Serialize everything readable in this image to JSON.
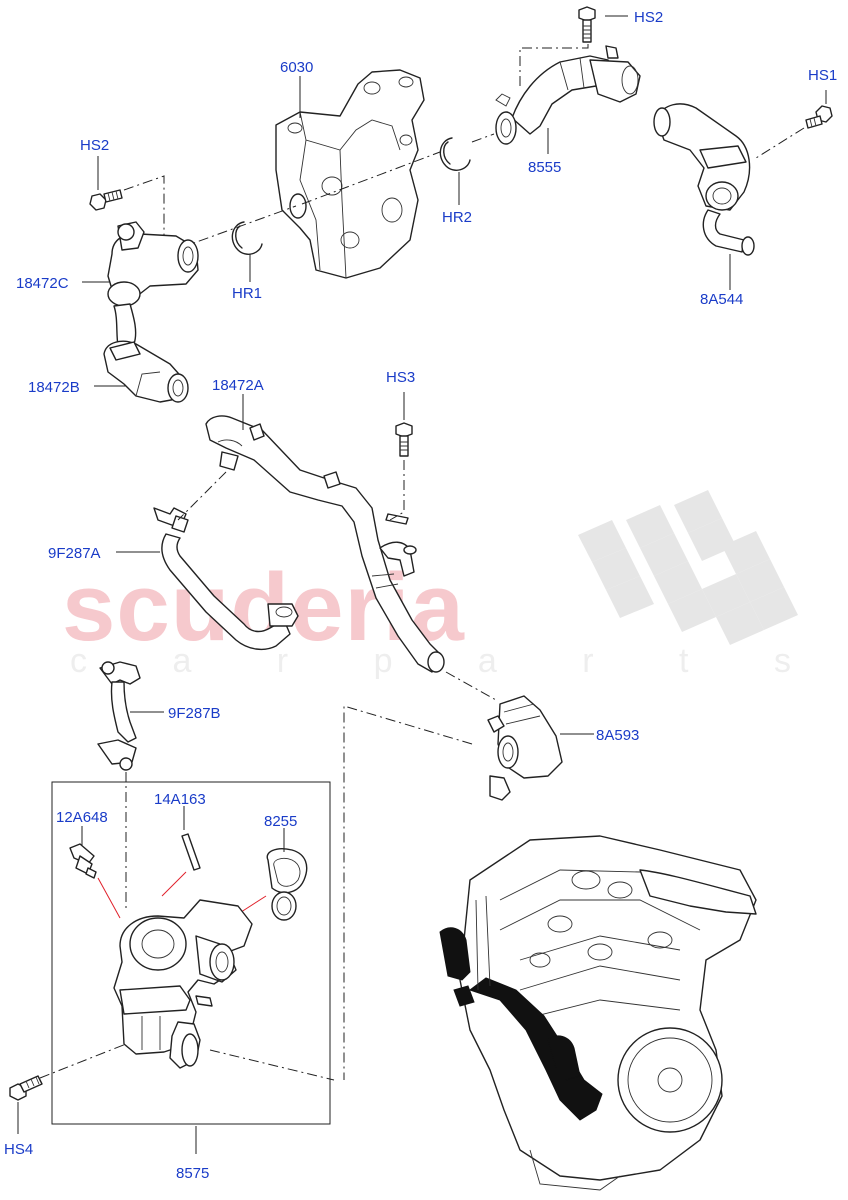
{
  "watermark": {
    "brand": "scuderia",
    "sub": "c a r   p a r t s",
    "brand_color": "#f6c9cd"
  },
  "label_color": "#1a3cc8",
  "labels": {
    "hs2_top": "HS2",
    "hs1": "HS1",
    "p6030": "6030",
    "hs2_left": "HS2",
    "p8555": "8555",
    "hr2": "HR2",
    "p18472c": "18472C",
    "hr1": "HR1",
    "p8a544": "8A544",
    "p18472b": "18472B",
    "p18472a": "18472A",
    "hs3": "HS3",
    "p9f287a": "9F287A",
    "p9f287b": "9F287B",
    "p8a593": "8A593",
    "p14a163": "14A163",
    "p12a648": "12A648",
    "p8255": "8255",
    "hs4": "HS4",
    "p8575": "8575"
  }
}
